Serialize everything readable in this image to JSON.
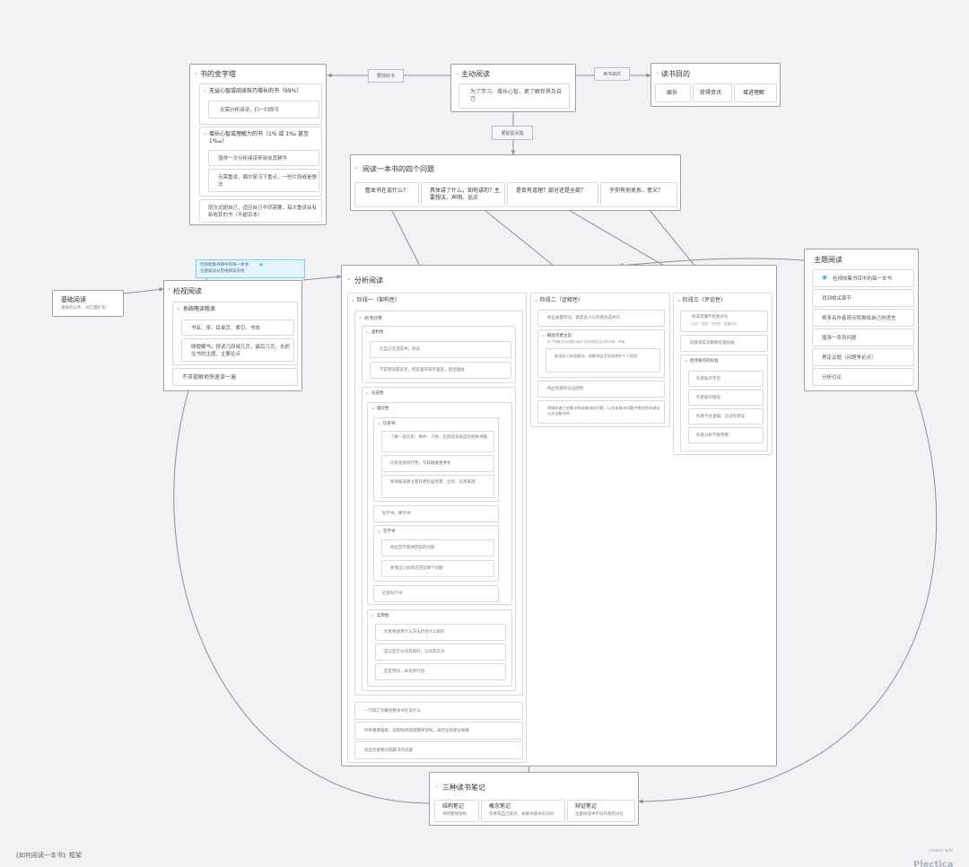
{
  "pyramid": {
    "title": "书的金字塔",
    "g1": "无益心智或阅读技巧增长的书（99%）",
    "g1_item": "无需分析阅读，扫一扫即可",
    "g2": "增长心智或理解力的书（1% 或 1‰ 甚至 1‱）",
    "g2_item1": "值得一次分析阅读来吸收其精华",
    "g2_item2": "无需重读，偶尔复习下重点，一些片段或是想法",
    "g3": "层次远超自己，适应自己不同需要，每次重读会有新收获的书（不超百本）"
  },
  "edges": {
    "e1": "要找好书",
    "e2": "读书目的",
    "e3": "要能提问题"
  },
  "active": {
    "title": "主动阅读",
    "desc": "为了学习、增长心智，更了解世界及自己"
  },
  "purpose": {
    "title": "读书目的",
    "i1": "娱乐",
    "i2": "获得资讯",
    "i3": "增进理解"
  },
  "questions": {
    "title": "阅读一本书的四个问题",
    "q1": "整本书在谈什么？",
    "q2": "具体讲了什么，如何讲的？主要想法、声明、论点",
    "q3": "是否有道理？部分还是全部？",
    "q4": "于你有何关系、意义？"
  },
  "note": {
    "l1": "检视收集书目中的每一本书",
    "l2": "主题阅读从检视阅读开始"
  },
  "basic": {
    "title": "基础阅读",
    "desc": "基本的认字、词汇量扩充"
  },
  "inspect": {
    "title": "检视阅读",
    "g1": "系统略读粗读",
    "g1_i1": "书名、序、目录页、索引、书衣",
    "g1_i2": "随便翻书，挑读几段或几页，最后几页，去抓住书的主题，主要论点",
    "i2": "不求甚解地快速读一遍"
  },
  "analysis": {
    "title": "分析阅读",
    "stage1": "阶段一（架构性）",
    "classify": "对书分类",
    "fiction": "虚构性",
    "fic_i1": "让自己沉浸其中，快读",
    "fic_i2": "不是赞同或反对，而是喜欢或不喜欢，说出理由",
    "expository": "论说性",
    "theory": "理论性",
    "history": "历史书",
    "his_i1": "了解一段历史、事件、人物，应阅读多角度的相关书籍",
    "his_i2": "历史会如何行性，可再做做重要免",
    "his_i3": "新闻报道要注意作者利益考量、立场、信息来源",
    "science": "科学书、数学书",
    "philosophy": "哲学书",
    "phi_i1": "找出哲学家想回答的问题",
    "phi_i2": "厘清自己如何去回答那个问题",
    "social": "社会科学书",
    "practical": "实用性",
    "pra_i1": "作者希望用什么方法达到什么目的",
    "pra_i2": "自己是否认同其目的，认同其方法",
    "pra_i3": "若是赞同，采有所行动",
    "s1_i2": "一句或几句概括整本书在谈什么",
    "s1_i3": "列举重要篇章，说明如何组成整体架构，再列出各部分纲要",
    "s1_i4": "找出作者要问或解决的问题",
    "stage2": "阶段二（诠释性）",
    "s2_i1": "找出关键字词，就其含义与作者达成共识",
    "s2_g2": "概括作者主旨",
    "s2_g2_desc": "对于您解决的问题作者所下的有理由支持的判断、声明",
    "s2_g2_i1": "能用自己的话概括，或能举出主旨相关的个人经验",
    "s2_i3": "找出作者的论证结构",
    "s2_i4": "明确作者已经解决和未解决的问题，以及未解决问题中哪些是作者自认无法解决的",
    "stage3": "阶段三（评论性）",
    "s3_i1": "除非读懂不轻易评论",
    "s3_i1_desc": "评论：同意、不同意、暂缓评论",
    "s3_i2": "同意或反对都要有理有据",
    "s3_g3": "批评观点的标准",
    "s3_g3_i1": "作者知识不足",
    "s3_g3_i2": "作者知识错误",
    "s3_g3_i3": "作者不合逻辑、论证有谬误",
    "s3_g3_i4": "作者分析不够完整"
  },
  "topic": {
    "title": "主题阅读",
    "i1": "检视收集书目中的每一本书",
    "i2": "找到相关章节",
    "i3": "将多名作者观点转换成自己的语言",
    "i4": "厘清一系列问题",
    "i5": "界定议题（问题争论点）",
    "i6": "分析讨论"
  },
  "notes": {
    "title": "三种读书笔记",
    "n1": "结构笔记",
    "n1_desc": "书的整体架构",
    "n2": "概念笔记",
    "n2_desc": "作者或自己观点、关联书或书页页码",
    "n3": "辩证笔记",
    "n3_desc": "主题阅读中不同作者的讨论"
  },
  "footer": "《如何阅读一本书》框架",
  "logo": {
    "made": "created with",
    "brand": "Plectica"
  },
  "colors": {
    "line": "#8b9096",
    "accent": "#3aa8dc"
  }
}
